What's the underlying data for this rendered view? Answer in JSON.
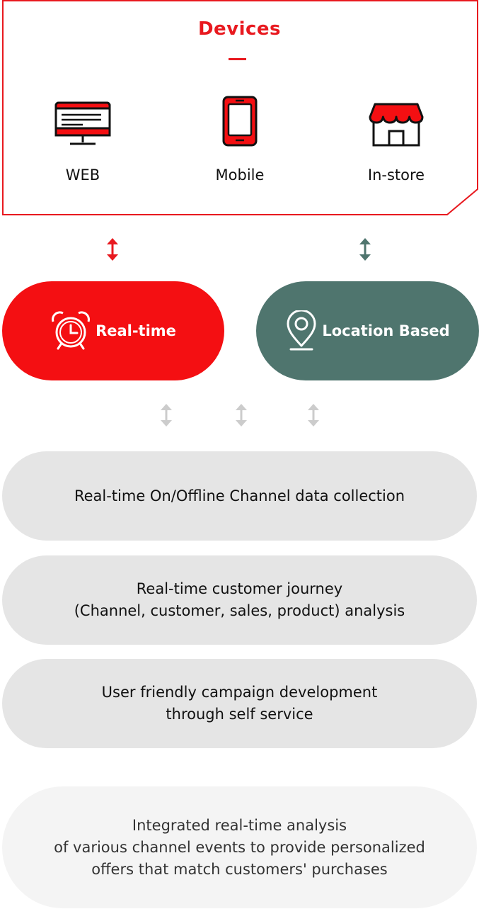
{
  "devices": {
    "title": "Devices",
    "items": [
      {
        "label": "WEB",
        "icon": "monitor-icon"
      },
      {
        "label": "Mobile",
        "icon": "smartphone-icon"
      },
      {
        "label": "In-store",
        "icon": "store-icon"
      }
    ]
  },
  "pills": {
    "realtime": {
      "label": "Real-time",
      "icon": "alarm-clock-icon"
    },
    "location": {
      "label": "Location Based",
      "icon": "map-pin-icon"
    }
  },
  "features": [
    {
      "lines": [
        "Real-time On/Offline Channel data collection"
      ]
    },
    {
      "lines": [
        "Real-time customer journey",
        "(Channel, customer, sales, product) analysis"
      ]
    },
    {
      "lines": [
        "User friendly campaign development",
        "through self service"
      ]
    }
  ],
  "summary": {
    "lines": [
      "Integrated real-time analysis",
      "of various channel events to provide personalized",
      "offers that match customers' purchases"
    ]
  },
  "colors": {
    "accent_red": "#e8191f",
    "realtime_fill": "#f40f12",
    "location_fill": "#4f756e",
    "feature_fill": "#e5e5e5",
    "summary_fill": "#f4f4f4",
    "arrow_gray": "#cccccc"
  }
}
